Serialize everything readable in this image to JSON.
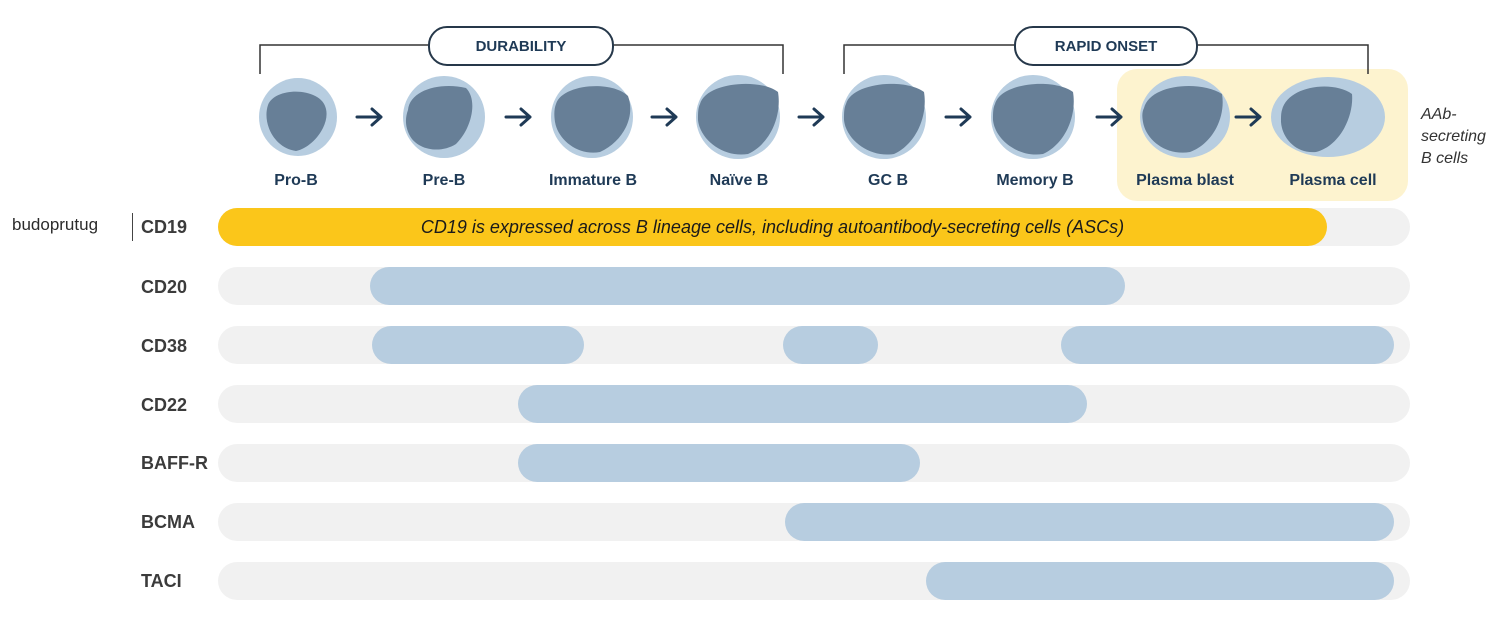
{
  "groups": [
    {
      "label": "DURABILITY"
    },
    {
      "label": "RAPID ONSET"
    }
  ],
  "stages": [
    {
      "label": "Pro-B"
    },
    {
      "label": "Pre-B"
    },
    {
      "label": "Immature B"
    },
    {
      "label": "Naïve B"
    },
    {
      "label": "GC B"
    },
    {
      "label": "Memory B"
    },
    {
      "label": "Plasma blast"
    },
    {
      "label": "Plasma cell"
    }
  ],
  "highlight_note": "AAb-secreting B cells",
  "drug": "budoprutug",
  "markers": [
    {
      "name": "CD19",
      "text": "CD19 is expressed across B lineage cells, including autoantibody-secreting cells (ASCs)"
    },
    {
      "name": "CD20"
    },
    {
      "name": "CD38"
    },
    {
      "name": "CD22"
    },
    {
      "name": "BAFF-R"
    },
    {
      "name": "BCMA"
    },
    {
      "name": "TACI"
    }
  ],
  "colors": {
    "cd19": "#fbc61a",
    "expression": "#b7cde0",
    "track": "#f1f1f1",
    "highlight": "#fdf3cf",
    "cell_outer": "#b7cde0",
    "nucleus": "#677f97",
    "navy": "#1f3a56"
  }
}
